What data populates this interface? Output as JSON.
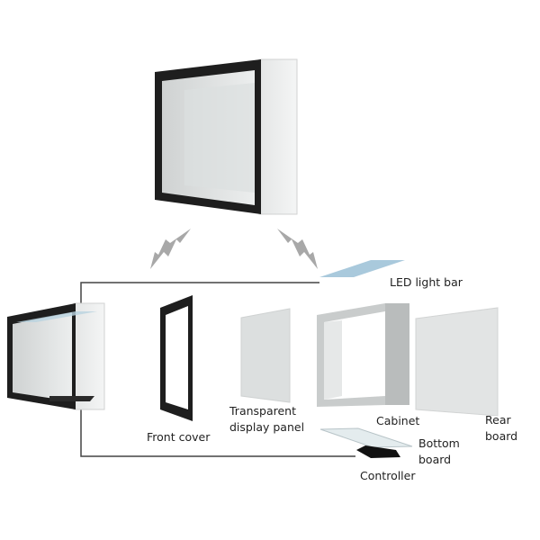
{
  "labels": {
    "led_light_bar": "LED light bar",
    "front_cover": "Front cover",
    "transparent_panel_line1": "Transparent",
    "transparent_panel_line2": "display panel",
    "cabinet": "Cabinet",
    "rear_board_line1": "Rear",
    "rear_board_line2": "board",
    "bottom_board_line1": "Bottom",
    "bottom_board_line2": "board",
    "controller": "Controller"
  },
  "colors": {
    "frame": "#1e1e1e",
    "panel": "#d8dcdc",
    "led": "#a9c9dc",
    "arrow": "#a8a8a8",
    "line": "#444444"
  }
}
